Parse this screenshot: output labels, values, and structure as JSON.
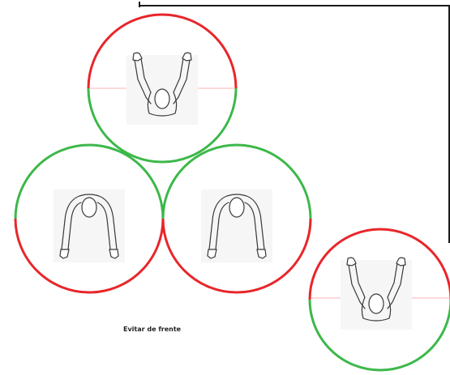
{
  "caption": "Evitar de frente",
  "colors": {
    "positive_arc": "#3cb84a",
    "negative_arc": "#e8262a",
    "divider": "#ffb3b3",
    "frame": "#1a1a1a",
    "figure_backdrop": "#f6f6f6"
  },
  "figures": [
    {
      "id": "top",
      "pose": "arms-raised"
    },
    {
      "id": "left",
      "pose": "arms-down"
    },
    {
      "id": "middle",
      "pose": "arms-down"
    },
    {
      "id": "right",
      "pose": "arms-raised"
    }
  ],
  "icons": [
    "person-arms-raised-icon",
    "person-arms-down-icon"
  ]
}
